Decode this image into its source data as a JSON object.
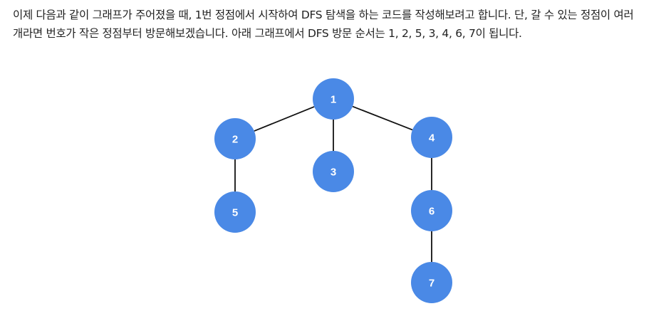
{
  "description": "이제 다음과 같이 그래프가 주어졌을 때, 1번 정점에서 시작하여 DFS 탐색을 하는 코드를 작성해보려고 합니다. 단, 갈 수 있는 정점이 여러 개라면 번호가 작은 정점부터 방문해보겠습니다. 아래 그래프에서 DFS 방문 순서는 1, 2, 5, 3, 4, 6, 7이 됩니다.",
  "graph": {
    "node_color": "#4a89e6",
    "edge_color": "#111111",
    "nodes": [
      {
        "id": "1",
        "label": "1"
      },
      {
        "id": "2",
        "label": "2"
      },
      {
        "id": "3",
        "label": "3"
      },
      {
        "id": "4",
        "label": "4"
      },
      {
        "id": "5",
        "label": "5"
      },
      {
        "id": "6",
        "label": "6"
      },
      {
        "id": "7",
        "label": "7"
      }
    ],
    "edges": [
      {
        "from": "1",
        "to": "2"
      },
      {
        "from": "1",
        "to": "3"
      },
      {
        "from": "1",
        "to": "4"
      },
      {
        "from": "2",
        "to": "5"
      },
      {
        "from": "4",
        "to": "6"
      },
      {
        "from": "6",
        "to": "7"
      }
    ]
  }
}
